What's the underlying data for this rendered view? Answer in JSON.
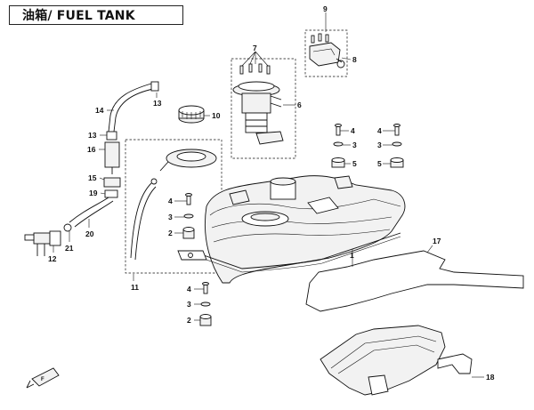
{
  "title": "油箱/ FUEL TANK",
  "callouts": {
    "c1": "1",
    "c2a": "2",
    "c2b": "2",
    "c3a": "3",
    "c3b": "3",
    "c3c": "3",
    "c3d": "3",
    "c4a": "4",
    "c4b": "4",
    "c4c": "4",
    "c4d": "4",
    "c5a": "5",
    "c5b": "5",
    "c6": "6",
    "c7": "7",
    "c8": "8",
    "c9": "9",
    "c10": "10",
    "c11": "11",
    "c12": "12",
    "c13a": "13",
    "c13b": "13",
    "c14": "14",
    "c15": "15",
    "c16": "16",
    "c17": "17",
    "c18": "18",
    "c19": "19",
    "c20": "20",
    "c21": "21"
  }
}
